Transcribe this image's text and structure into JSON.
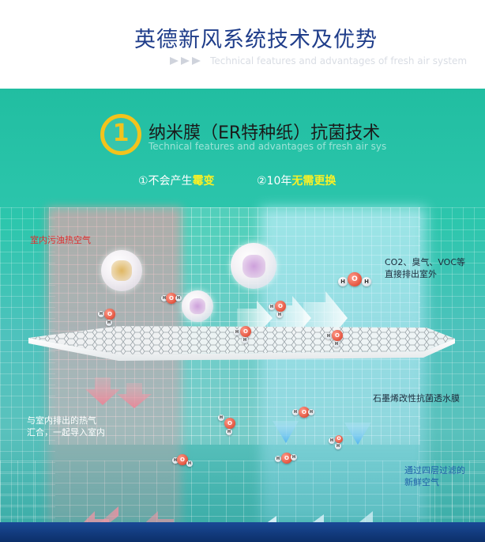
{
  "header": {
    "title": "英德新风系统技术及优势",
    "subtitle": "Technical features and advantages of fresh air system"
  },
  "section": {
    "number": "1",
    "title": "纳米膜（ER特种纸）抗菌技术",
    "subtitle": "Technical features and advantages of fresh air sys"
  },
  "features": [
    {
      "prefix": "①不会产生",
      "highlight": "霉变"
    },
    {
      "prefix": "②10年",
      "highlight": "无需更换"
    }
  ],
  "labels": {
    "indoor_polluted": "室内污浊热空气",
    "voc_line1": "CO2、臭气、VOC等",
    "voc_line2": "直接排出室外",
    "membrane": "石墨烯改性抗菌透水膜",
    "mix_line1": "与室内排出的热气",
    "mix_line2": "汇合，一起导入室内",
    "fresh_line1": "通过四层过滤的",
    "fresh_line2": "新鲜空气"
  },
  "molecule_letters": {
    "oxygen": "O",
    "hydrogen": "H"
  },
  "colors": {
    "title_blue": "#1f3d8a",
    "panel_green": "#21bea1",
    "badge_yellow": "#f3c31c",
    "highlight_yellow": "#f9f026",
    "warm_red": "#e02a2a",
    "fresh_blue": "#1f5fa8",
    "bottom_bar": "#0c2f6a"
  },
  "icons": [
    "arrow-right-icon",
    "bacteria-sphere-icon",
    "molecule-icon",
    "membrane-icon"
  ]
}
